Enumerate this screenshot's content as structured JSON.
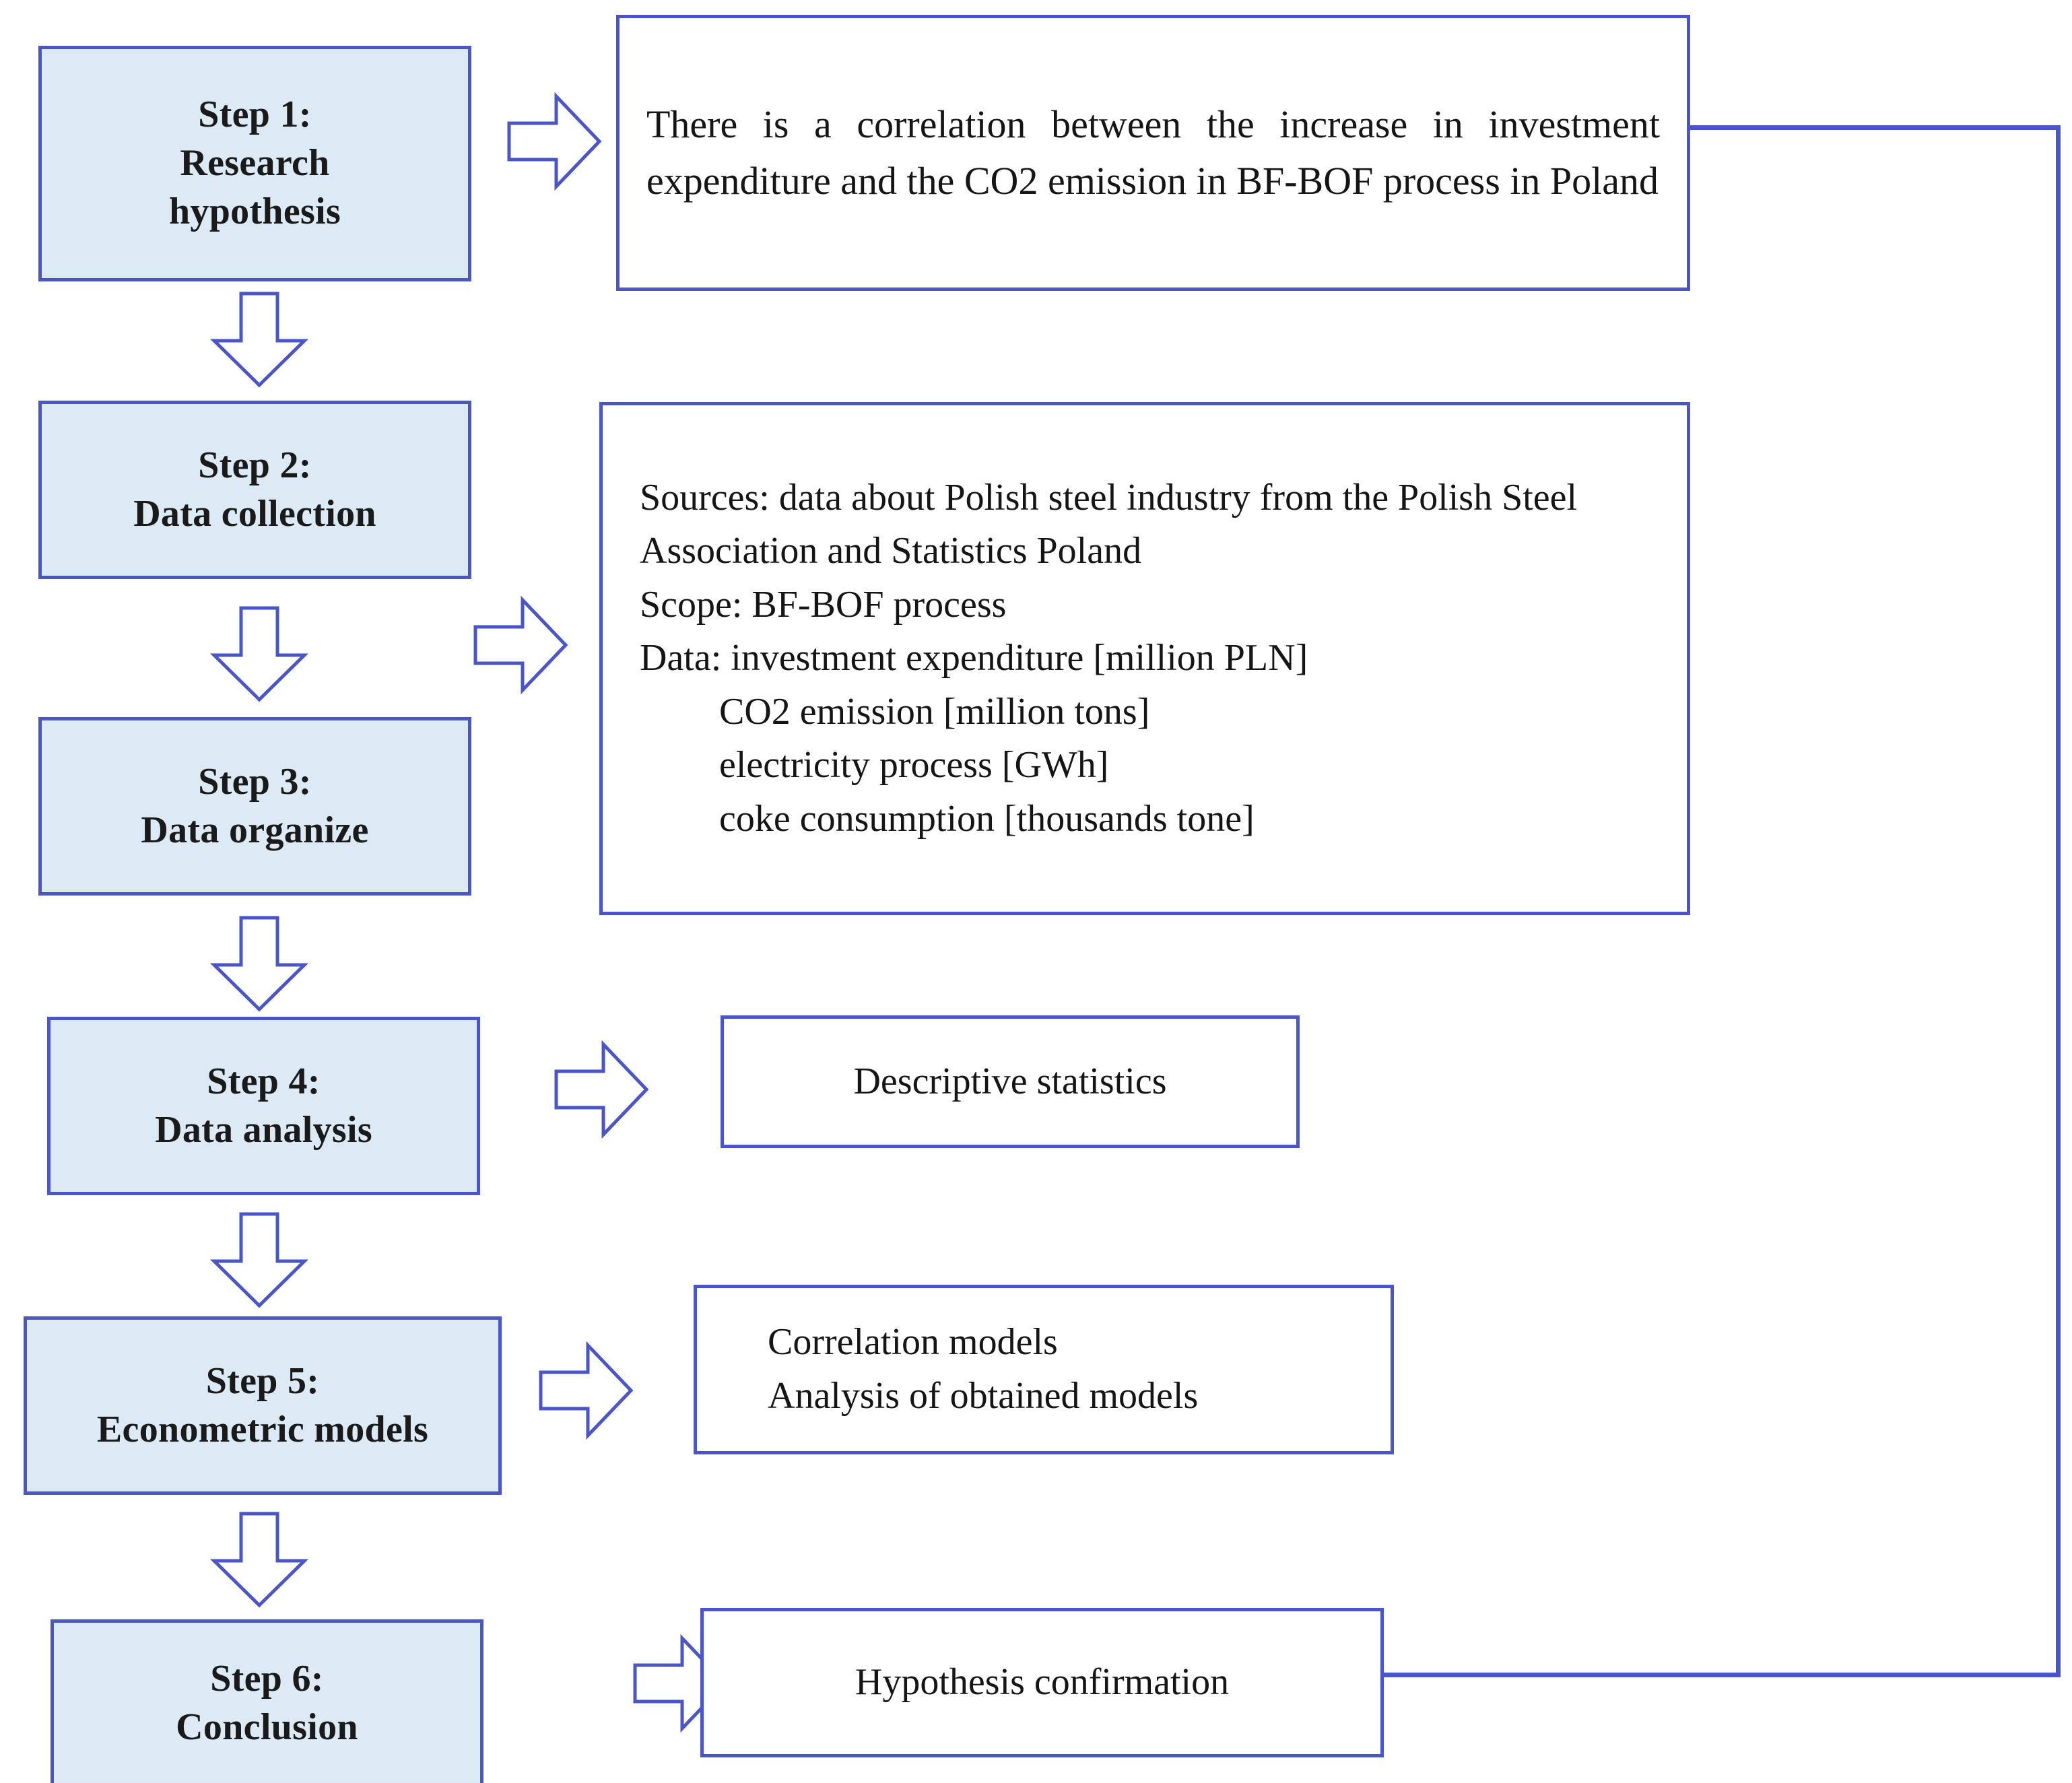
{
  "diagram": {
    "title": "Research methodology flowchart",
    "colors": {
      "step_fill": "#dceaf6",
      "border": "#4a55c8",
      "note_fill": "#ffffff",
      "text": "#151515"
    },
    "steps": [
      {
        "id": "step1",
        "number": "Step 1:",
        "line2": "Research",
        "line3": "hypothesis"
      },
      {
        "id": "step2",
        "number": "Step 2:",
        "line2": "Data collection",
        "line3": ""
      },
      {
        "id": "step3",
        "number": "Step 3:",
        "line2": "Data organize",
        "line3": ""
      },
      {
        "id": "step4",
        "number": "Step 4:",
        "line2": "Data analysis",
        "line3": ""
      },
      {
        "id": "step5",
        "number": "Step 5:",
        "line2": "Econometric models",
        "line3": ""
      },
      {
        "id": "step6",
        "number": "Step 6:",
        "line2": "Conclusion",
        "line3": ""
      }
    ],
    "notes": {
      "hypothesis": {
        "text": "There is a correlation between the increase in investment expenditure and the CO2 emission  in BF-BOF process in Poland"
      },
      "data_collection": {
        "lines": [
          "Sources: data about Polish steel industry from the Polish Steel",
          "Association and Statistics Poland",
          "Scope: BF-BOF process",
          "Data: investment expenditure [million PLN]"
        ],
        "indented_lines": [
          "CO2 emission [million tons]",
          "electricity process [GWh]",
          "coke consumption [thousands tone]"
        ]
      },
      "descriptive": {
        "text": "Descriptive statistics"
      },
      "models": {
        "line1": "Correlation models",
        "line2": "Analysis of obtained models"
      },
      "conclusion": {
        "text": "Hypothesis confirmation"
      }
    },
    "arrows": {
      "down_label": "down-arrow",
      "right_label": "right-arrow",
      "feedback_label": "feedback-connector"
    }
  }
}
